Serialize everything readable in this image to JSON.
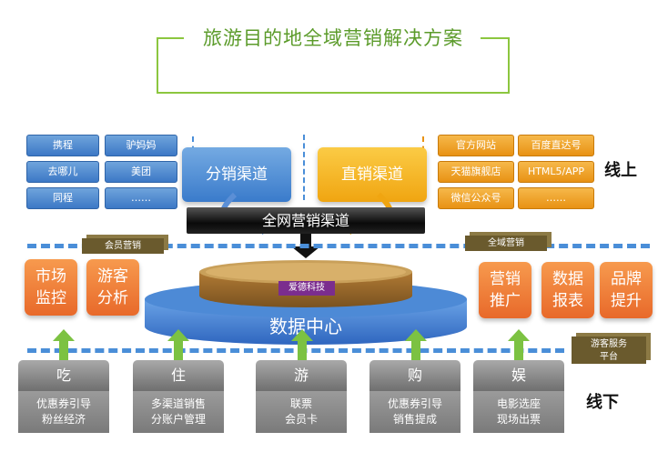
{
  "title": "旅游目的地全域营销解决方案",
  "online_label": "线上",
  "offline_label": "线下",
  "left_chips": [
    "携程",
    "驴妈妈",
    "去哪儿",
    "美团",
    "同程",
    "……"
  ],
  "right_chips": [
    "官方网站",
    "百度直达号",
    "天猫旗舰店",
    "HTML5/APP",
    "微信公众号",
    "……"
  ],
  "distribution_channel": "分销渠道",
  "direct_channel": "直销渠道",
  "omni_channel": "全网营销渠道",
  "member_marketing": "会员营销",
  "global_marketing": "全域营销",
  "tourist_service": [
    "游客服务",
    "平台"
  ],
  "data_center": "数据中心",
  "brand": "爱德科技",
  "left_boxes": [
    [
      "市场",
      "监控"
    ],
    [
      "游客",
      "分析"
    ]
  ],
  "right_boxes": [
    [
      "营销",
      "推广"
    ],
    [
      "数据",
      "报表"
    ],
    [
      "品牌",
      "提升"
    ]
  ],
  "offline_items": [
    {
      "head": "吃",
      "lines": [
        "优惠券引导",
        "粉丝经济"
      ]
    },
    {
      "head": "住",
      "lines": [
        "多渠道销售",
        "分账户管理"
      ]
    },
    {
      "head": "游",
      "lines": [
        "联票",
        "会员卡"
      ]
    },
    {
      "head": "购",
      "lines": [
        "优惠券引导",
        "销售提成"
      ]
    },
    {
      "head": "娱",
      "lines": [
        "电影选座",
        "现场出票"
      ]
    }
  ],
  "colors": {
    "blue": "#3c78c6",
    "orange": "#f0a511",
    "green": "#8cc63f",
    "dash": "#4a8ed8"
  }
}
